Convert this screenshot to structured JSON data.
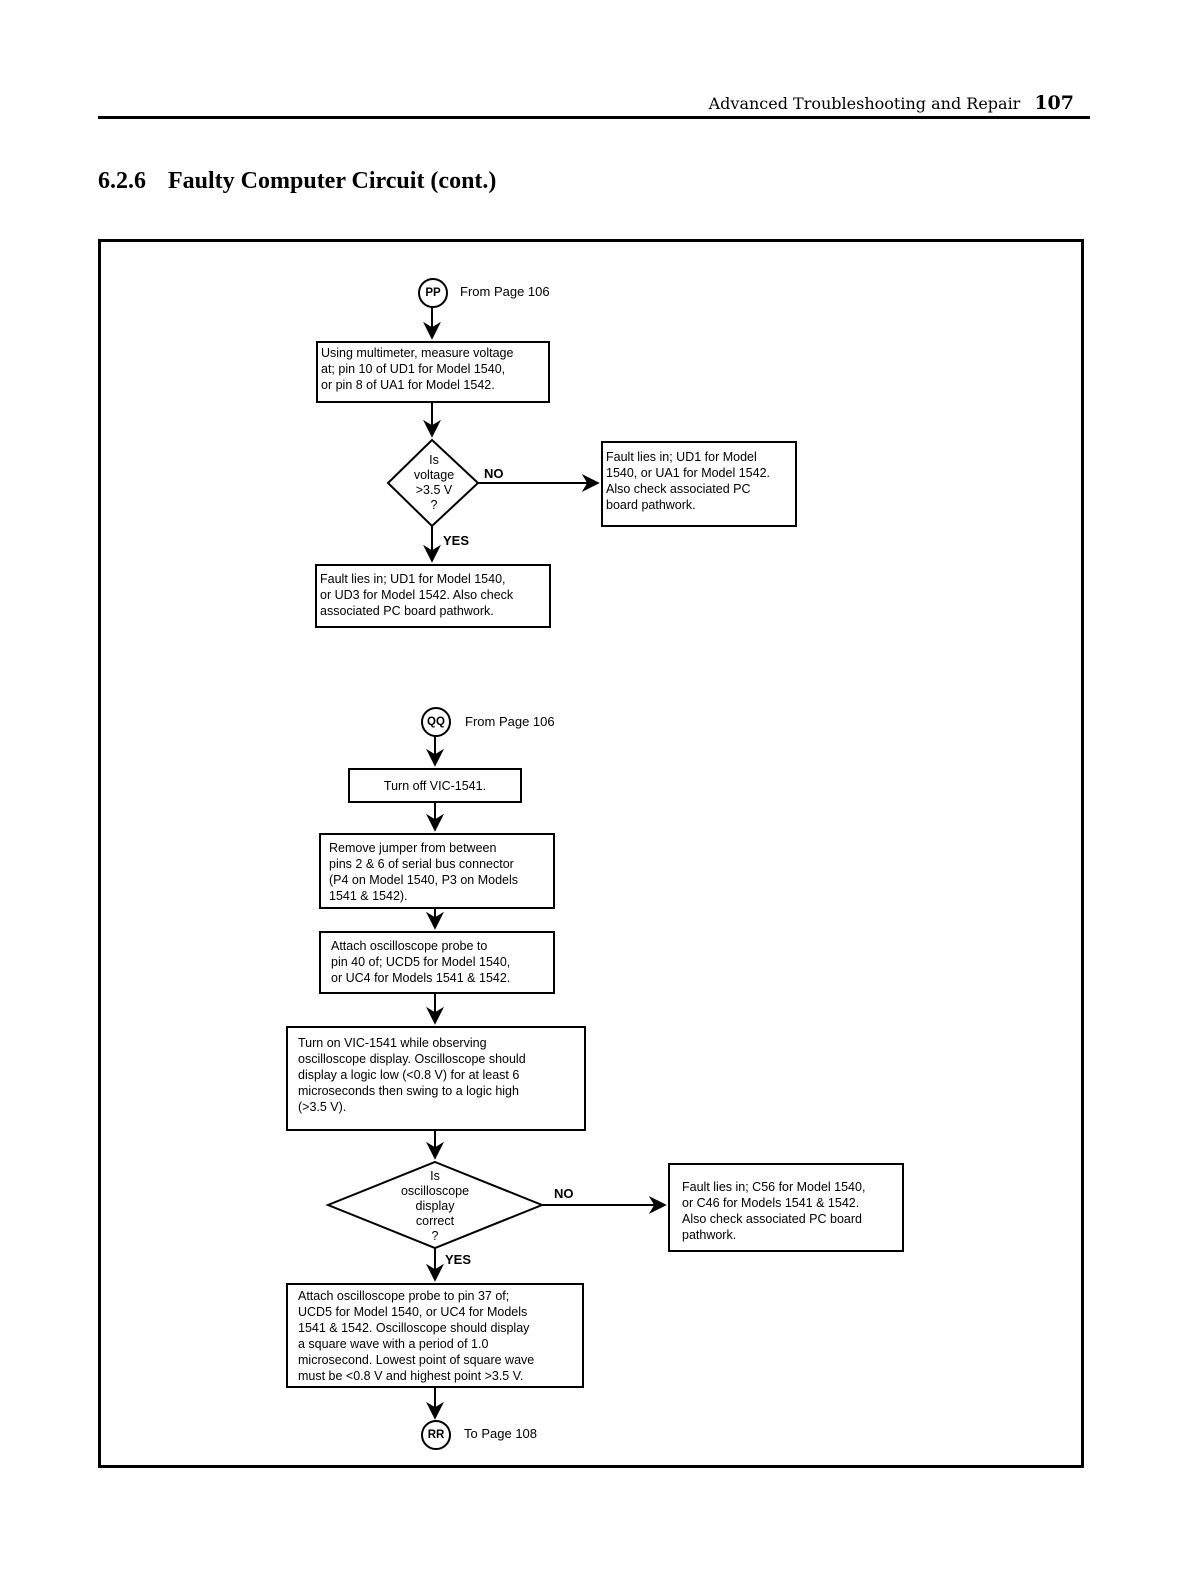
{
  "header": {
    "running_title": "Advanced Troubleshooting and Repair",
    "page_number": "107"
  },
  "section": {
    "number": "6.2.6",
    "title": "Faulty Computer Circuit (cont.)"
  },
  "flow1": {
    "connector": "PP",
    "from_note": "From Page 106",
    "step1": [
      "Using multimeter, measure voltage",
      "at; pin 10 of UD1 for Model 1540,",
      "or pin 8 of UA1 for Model 1542."
    ],
    "decision": [
      "Is",
      "voltage",
      ">3.5 V",
      "?"
    ],
    "no_label": "NO",
    "yes_label": "YES",
    "no_result": [
      "Fault lies in; UD1 for Model",
      "1540, or UA1 for Model 1542.",
      "Also check associated PC",
      "board pathwork."
    ],
    "yes_result": [
      "Fault lies in; UD1 for Model 1540,",
      "or UD3 for Model 1542.  Also check",
      "associated PC board pathwork."
    ]
  },
  "flow2": {
    "connector": "QQ",
    "from_note": "From Page 106",
    "step1": "Turn off VIC-1541.",
    "step2": [
      "Remove jumper from between",
      "pins 2 & 6 of serial bus connector",
      "(P4 on Model 1540, P3 on Models",
      "1541 & 1542)."
    ],
    "step3": [
      "Attach oscilloscope probe to",
      "pin 40 of; UCD5 for Model 1540,",
      "or UC4 for Models 1541 & 1542."
    ],
    "step4": [
      "Turn on VIC-1541 while observing",
      "oscilloscope display.  Oscilloscope should",
      "display a logic low (<0.8 V) for at least 6",
      "microseconds then swing to a logic high",
      "(>3.5 V)."
    ],
    "decision": [
      "Is",
      "oscilloscope",
      "display",
      "correct",
      "?"
    ],
    "no_label": "NO",
    "yes_label": "YES",
    "no_result": [
      "Fault lies in; C56 for Model 1540,",
      "or C46 for Models 1541 & 1542.",
      "Also check associated PC board",
      "pathwork."
    ],
    "step5": [
      "Attach oscilloscope probe to pin 37 of;",
      "UCD5 for Model 1540, or UC4 for Models",
      "1541 & 1542.  Oscilloscope should display",
      "a square wave with a period of 1.0",
      "microsecond.  Lowest point of square wave",
      "must be <0.8 V and highest point >3.5 V."
    ],
    "end_connector": "RR",
    "to_note": "To Page 108"
  }
}
